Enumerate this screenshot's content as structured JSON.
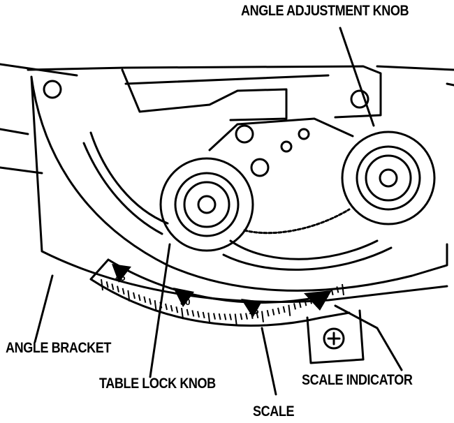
{
  "labels": {
    "angle_adjustment_knob": "ANGLE ADJUSTMENT KNOB",
    "angle_bracket": "ANGLE BRACKET",
    "table_lock_knob": "TABLE LOCK KNOB",
    "scale_indicator": "SCALE INDICATOR",
    "scale": "SCALE"
  },
  "scale_numbers": [
    "45",
    "30",
    "15",
    "0"
  ]
}
